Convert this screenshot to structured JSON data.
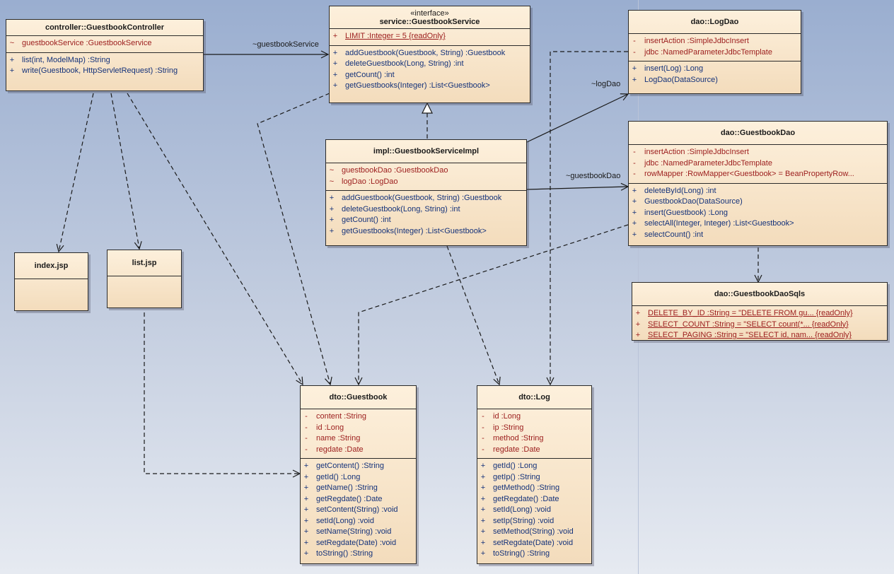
{
  "classes": {
    "controller": {
      "name": "controller::GuestbookController",
      "attributes": [
        {
          "vis": "~",
          "text": "guestbookService  :GuestbookService"
        }
      ],
      "operations": [
        {
          "vis": "+",
          "text": "list(int, ModelMap)  :String"
        },
        {
          "vis": "+",
          "text": "write(Guestbook, HttpServletRequest)  :String"
        }
      ]
    },
    "service": {
      "stereotype": "«interface»",
      "name": "service::GuestbookService",
      "attributes": [
        {
          "vis": "+",
          "text": "LIMIT  :Integer = 5 {readOnly}"
        }
      ],
      "operations": [
        {
          "vis": "+",
          "text": "addGuestbook(Guestbook, String)  :Guestbook"
        },
        {
          "vis": "+",
          "text": "deleteGuestbook(Long, String)  :int"
        },
        {
          "vis": "+",
          "text": "getCount()  :int"
        },
        {
          "vis": "+",
          "text": "getGuestbooks(Integer)  :List<Guestbook>"
        }
      ]
    },
    "logdao": {
      "name": "dao::LogDao",
      "attributes": [
        {
          "vis": "-",
          "text": "insertAction  :SimpleJdbcInsert"
        },
        {
          "vis": "-",
          "text": "jdbc  :NamedParameterJdbcTemplate"
        }
      ],
      "operations": [
        {
          "vis": "+",
          "text": "insert(Log)  :Long"
        },
        {
          "vis": "+",
          "text": "LogDao(DataSource)"
        }
      ]
    },
    "impl": {
      "name": "impl::GuestbookServiceImpl",
      "attributes": [
        {
          "vis": "~",
          "text": "guestbookDao  :GuestbookDao"
        },
        {
          "vis": "~",
          "text": "logDao  :LogDao"
        }
      ],
      "operations": [
        {
          "vis": "+",
          "text": "addGuestbook(Guestbook, String)  :Guestbook"
        },
        {
          "vis": "+",
          "text": "deleteGuestbook(Long, String)  :int"
        },
        {
          "vis": "+",
          "text": "getCount()  :int"
        },
        {
          "vis": "+",
          "text": "getGuestbooks(Integer)  :List<Guestbook>"
        }
      ]
    },
    "gbdao": {
      "name": "dao::GuestbookDao",
      "attributes": [
        {
          "vis": "-",
          "text": "insertAction  :SimpleJdbcInsert"
        },
        {
          "vis": "-",
          "text": "jdbc  :NamedParameterJdbcTemplate"
        },
        {
          "vis": "-",
          "text": "rowMapper  :RowMapper<Guestbook> = BeanPropertyRow..."
        }
      ],
      "operations": [
        {
          "vis": "+",
          "text": "deleteById(Long)  :int"
        },
        {
          "vis": "+",
          "text": "GuestbookDao(DataSource)"
        },
        {
          "vis": "+",
          "text": "insert(Guestbook)  :Long"
        },
        {
          "vis": "+",
          "text": "selectAll(Integer, Integer)  :List<Guestbook>"
        },
        {
          "vis": "+",
          "text": "selectCount()  :int"
        }
      ]
    },
    "sqls": {
      "name": "dao::GuestbookDaoSqls",
      "attributes": [
        {
          "vis": "+",
          "text": "DELETE_BY_ID  :String = \"DELETE FROM gu... {readOnly}"
        },
        {
          "vis": "+",
          "text": "SELECT_COUNT  :String = \"SELECT count(*... {readOnly}"
        },
        {
          "vis": "+",
          "text": "SELECT_PAGING  :String = \"SELECT id, nam... {readOnly}"
        }
      ]
    },
    "index": {
      "name": "index.jsp"
    },
    "list": {
      "name": "list.jsp"
    },
    "guestbook": {
      "name": "dto::Guestbook",
      "attributes": [
        {
          "vis": "-",
          "text": "content  :String"
        },
        {
          "vis": "-",
          "text": "id  :Long"
        },
        {
          "vis": "-",
          "text": "name  :String"
        },
        {
          "vis": "-",
          "text": "regdate  :Date"
        }
      ],
      "operations": [
        {
          "vis": "+",
          "text": "getContent()  :String"
        },
        {
          "vis": "+",
          "text": "getId()  :Long"
        },
        {
          "vis": "+",
          "text": "getName()  :String"
        },
        {
          "vis": "+",
          "text": "getRegdate()  :Date"
        },
        {
          "vis": "+",
          "text": "setContent(String)  :void"
        },
        {
          "vis": "+",
          "text": "setId(Long)  :void"
        },
        {
          "vis": "+",
          "text": "setName(String)  :void"
        },
        {
          "vis": "+",
          "text": "setRegdate(Date)  :void"
        },
        {
          "vis": "+",
          "text": "toString()  :String"
        }
      ]
    },
    "log": {
      "name": "dto::Log",
      "attributes": [
        {
          "vis": "-",
          "text": "id  :Long"
        },
        {
          "vis": "-",
          "text": "ip  :String"
        },
        {
          "vis": "-",
          "text": "method  :String"
        },
        {
          "vis": "-",
          "text": "regdate  :Date"
        }
      ],
      "operations": [
        {
          "vis": "+",
          "text": "getId()  :Long"
        },
        {
          "vis": "+",
          "text": "getIp()  :String"
        },
        {
          "vis": "+",
          "text": "getMethod()  :String"
        },
        {
          "vis": "+",
          "text": "getRegdate()  :Date"
        },
        {
          "vis": "+",
          "text": "setId(Long)  :void"
        },
        {
          "vis": "+",
          "text": "setIp(String)  :void"
        },
        {
          "vis": "+",
          "text": "setMethod(String)  :void"
        },
        {
          "vis": "+",
          "text": "setRegdate(Date)  :void"
        },
        {
          "vis": "+",
          "text": "toString()  :String"
        }
      ]
    }
  },
  "labels": {
    "guestbook_service": "~guestbookService",
    "log_dao": "~logDao",
    "guestbook_dao": "~guestbookDao"
  }
}
